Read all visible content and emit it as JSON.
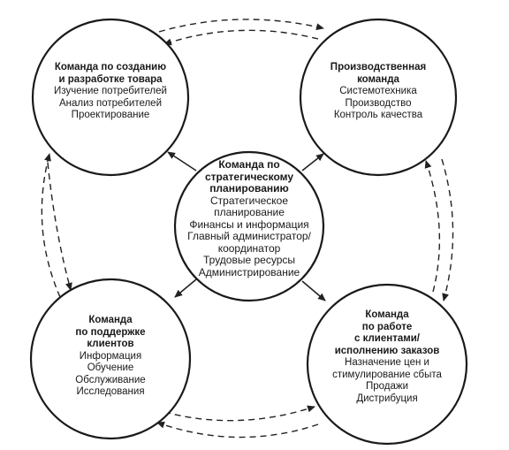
{
  "diagram": {
    "top_left": {
      "title": [
        "Команда по созданию",
        "и разработке товара"
      ],
      "items": [
        "Изучение потребителей",
        "Анализ потребителей",
        "Проектирование"
      ]
    },
    "top_right": {
      "title": [
        "Производственная",
        "команда"
      ],
      "items": [
        "Системотехника",
        "Производство",
        "Контроль качества"
      ]
    },
    "center": {
      "title": [
        "Команда по",
        "стратегическому",
        "планированию"
      ],
      "items": [
        "Стратегическое",
        "планирование",
        "Финансы и информация",
        "Главный администратор/",
        "координатор",
        "Трудовые ресурсы",
        "Администрирование"
      ]
    },
    "bottom_left": {
      "title": [
        "Команда",
        "по поддержке",
        "клиентов"
      ],
      "items": [
        "Информация",
        "Обучение",
        "Обслуживание",
        "Исследования"
      ]
    },
    "bottom_right": {
      "title": [
        "Команда",
        "по работе",
        "с клиентами/",
        "исполнению заказов"
      ],
      "items": [
        "Назначение цен и",
        "стимулирование сбыта",
        "Продажи",
        "Дистрибуция"
      ]
    }
  }
}
